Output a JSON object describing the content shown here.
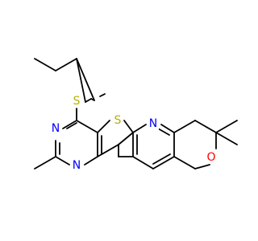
{
  "molecule": {
    "atoms": {
      "S1": {
        "symbol": "S",
        "color": "#B2B200"
      },
      "S2": {
        "symbol": "S",
        "color": "#B2B200"
      },
      "N1": {
        "symbol": "N",
        "color": "#0000FF"
      },
      "N2": {
        "symbol": "N",
        "color": "#0000FF"
      },
      "N3": {
        "symbol": "N",
        "color": "#0000FF"
      },
      "O1": {
        "symbol": "O",
        "color": "#FF0000"
      }
    }
  }
}
